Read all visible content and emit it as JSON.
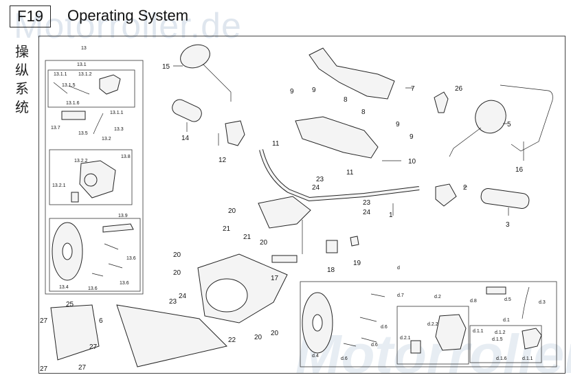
{
  "header": {
    "code": "F19",
    "title": "Operating System",
    "chinese_title": "操纵系统"
  },
  "watermark": {
    "text": "Motorroller.de",
    "bottom_text": "Motorroller"
  },
  "labels": {
    "p1": "1",
    "p2": "2",
    "p3": "3",
    "p5": "5",
    "p6": "6",
    "p7": "7",
    "p8a": "8",
    "p8b": "8",
    "p9a": "9",
    "p9b": "9",
    "p9c": "9",
    "p9d": "9",
    "p10": "10",
    "p11a": "11",
    "p11b": "11",
    "p12": "12",
    "p13": "13",
    "p14": "14",
    "p15": "15",
    "p16": "16",
    "p17": "17",
    "p18": "18",
    "p19": "19",
    "p20a": "20",
    "p20b": "20",
    "p20c": "20",
    "p20d": "20",
    "p20e": "20",
    "p20f": "20",
    "p21a": "21",
    "p21b": "21",
    "p22": "22",
    "p23a": "23",
    "p23b": "23",
    "p23c": "23",
    "p24a": "24",
    "p24b": "24",
    "p24c": "24",
    "p25": "25",
    "p26": "26",
    "p27a": "27",
    "p27b": "27",
    "p27c": "27",
    "p27d": "27",
    "s13_1": "13.1",
    "s13_1_1a": "13.1.1",
    "s13_1_2": "13.1.2",
    "s13_1_5": "13.1.5",
    "s13_1_6": "13.1.6",
    "s13_1_1b": "13.1.1",
    "s13_3": "13.3",
    "s13_5": "13.5",
    "s13_7": "13.7",
    "s13_2": "13.2",
    "s13_2_2": "13.2.2",
    "s13_2_1": "13.2.1",
    "s13_8": "13.8",
    "s13_9": "13.9",
    "s13_6a": "13.6",
    "s13_6b": "13.6",
    "s13_6c": "13.6",
    "s13_4": "13.4",
    "d": "d",
    "d7": "d.7",
    "d2": "d.2",
    "d8": "d.8",
    "d5": "d.5",
    "d3": "d.3",
    "d1": "d.1",
    "d6a": "d.6",
    "d6b": "d.6",
    "d6c": "d.6",
    "d4": "d.4",
    "d2_2": "d.2.2",
    "d2_1": "d.2.1",
    "d1_1a": "d.1.1",
    "d1_2": "d.1.2",
    "d1_5": "d.1.5",
    "d1_6": "d.1.6",
    "d1_1b": "d.1.1"
  }
}
